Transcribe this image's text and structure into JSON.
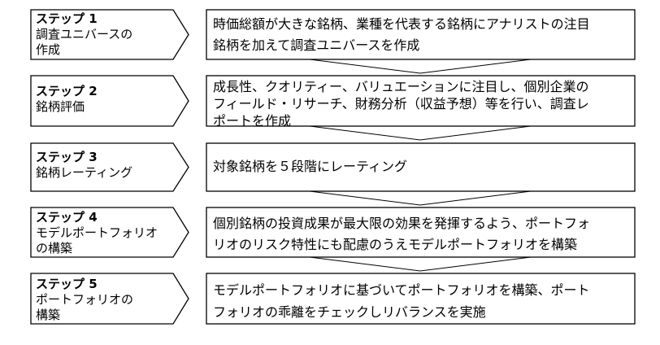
{
  "steps": [
    {
      "title": "ステップ 1",
      "lines": [
        "調査ユニバースの",
        "作成"
      ],
      "description": [
        "時価総額が大きな銘柄、業種を代表する銘柄にアナリストの注目",
        "銘柄を加えて調査ユニバースを作成"
      ]
    },
    {
      "title": "ステップ 2",
      "lines": [
        "銘柄評価"
      ],
      "description": [
        "成長性、クオリティー、バリュエーションに注目し、個別企業の",
        "フィールド・リサーチ、財務分析（収益予想）等を行い、調査レ",
        "ポートを作成"
      ]
    },
    {
      "title": "ステップ 3",
      "lines": [
        "銘柄レーティング"
      ],
      "description": [
        "対象銘柄を５段階にレーティング"
      ]
    },
    {
      "title": "ステップ 4",
      "lines": [
        "モデルポートフォリオ",
        "の構築"
      ],
      "description": [
        "個別銘柄の投資成果が最大限の効果を発揮するよう、ポートフォ",
        "リオのリスク特性にも配慮のうえモデルポートフォリオを構築"
      ]
    },
    {
      "title": "ステップ 5",
      "lines": [
        "ポートフォリオの",
        "構築"
      ],
      "description": [
        "モデルポートフォリオに基づいてポートフォリオを構築、ポート",
        "フォリオの乖離をチェックしリバランスを実施"
      ]
    }
  ]
}
